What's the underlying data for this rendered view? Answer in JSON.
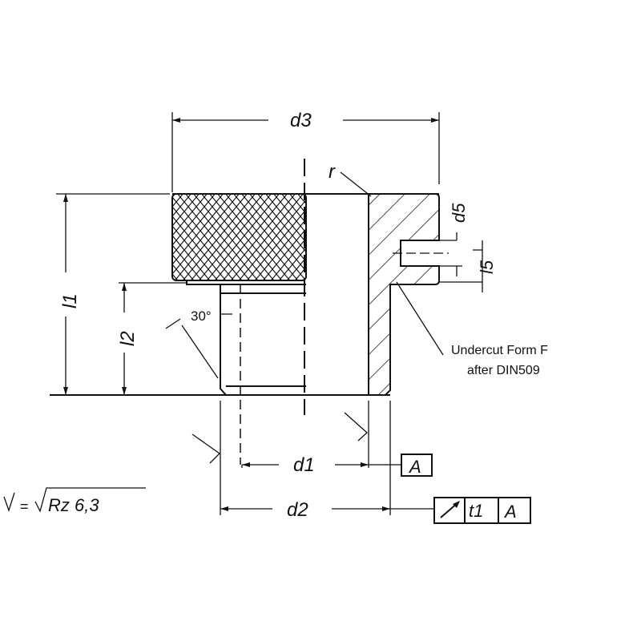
{
  "drawing": {
    "dims": {
      "d3": "d3",
      "d5": "d5",
      "l5": "l5",
      "l1": "l1",
      "l2": "l2",
      "d1": "d1",
      "d2": "d2",
      "r": "r",
      "angle": "30°"
    },
    "note_line1": "Undercut Form F",
    "note_line2": "after DIN509",
    "datum": "A",
    "tolerance": {
      "tol": "t1",
      "datum": "A"
    },
    "surface": {
      "lhs": "=",
      "spec": "Rz 6,3"
    },
    "colors": {
      "line": "#111111",
      "background": "#ffffff"
    }
  }
}
